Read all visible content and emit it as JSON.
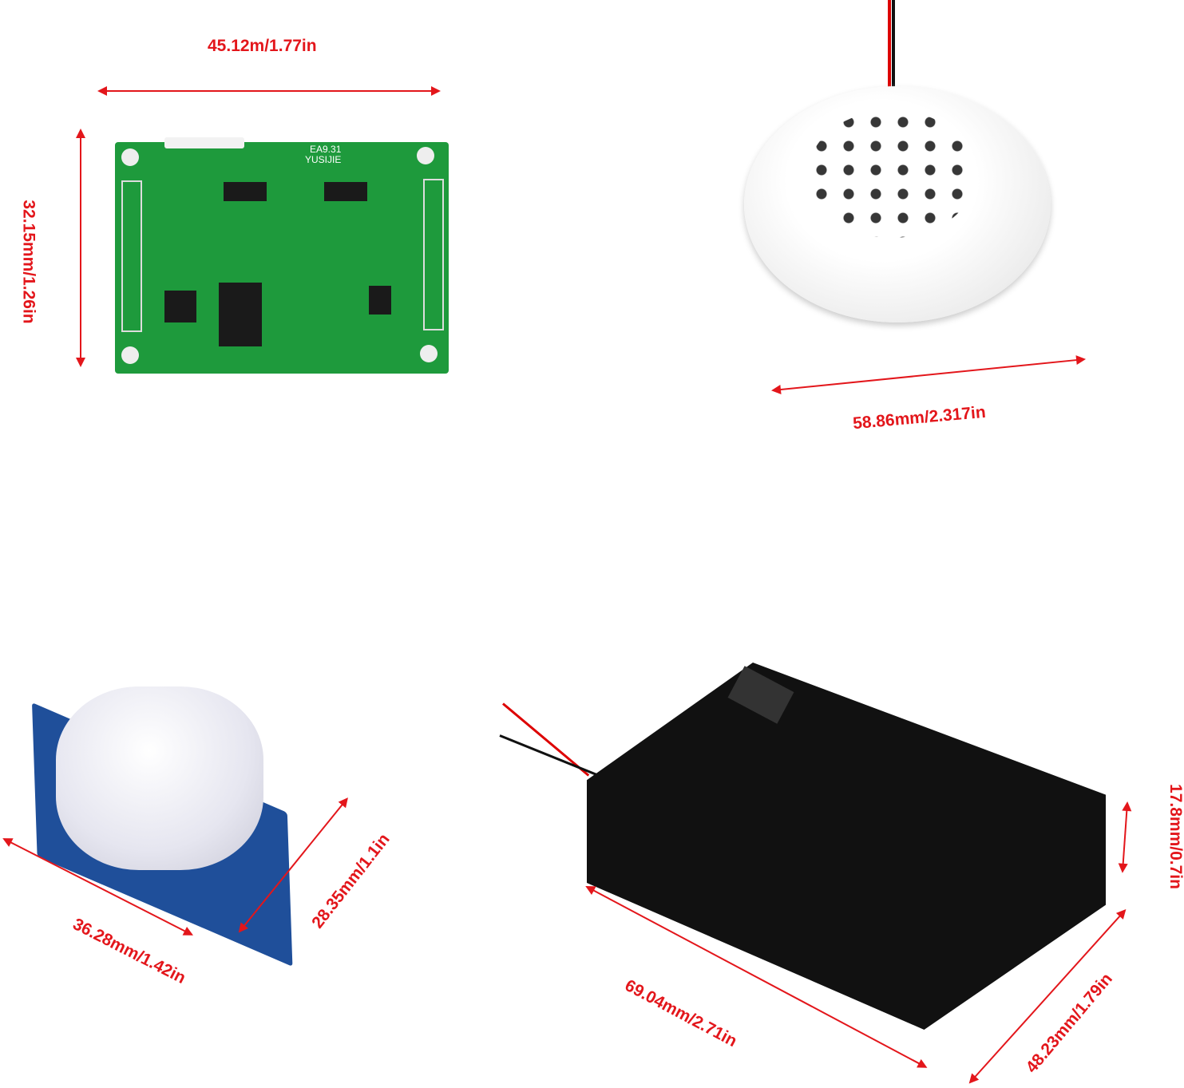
{
  "products": {
    "board": {
      "width_label": "45.12m/1.77in",
      "height_label": "32.15mm/1.26in",
      "silkscreen": [
        "EA9.31",
        "YUSIJIE"
      ]
    },
    "speaker": {
      "diameter_label": "58.86mm/2.317in"
    },
    "pir_sensor": {
      "width_label": "36.28mm/1.42in",
      "depth_label": "28.35mm/1.1in"
    },
    "battery_box": {
      "length_label": "69.04mm/2.71in",
      "width_label": "48.23mm/1.79in",
      "height_label": "17.8mm/0.7in"
    }
  },
  "colors": {
    "dimension": "#e3161b",
    "pcb": "#1e9a3c",
    "battery_box": "#111111"
  }
}
